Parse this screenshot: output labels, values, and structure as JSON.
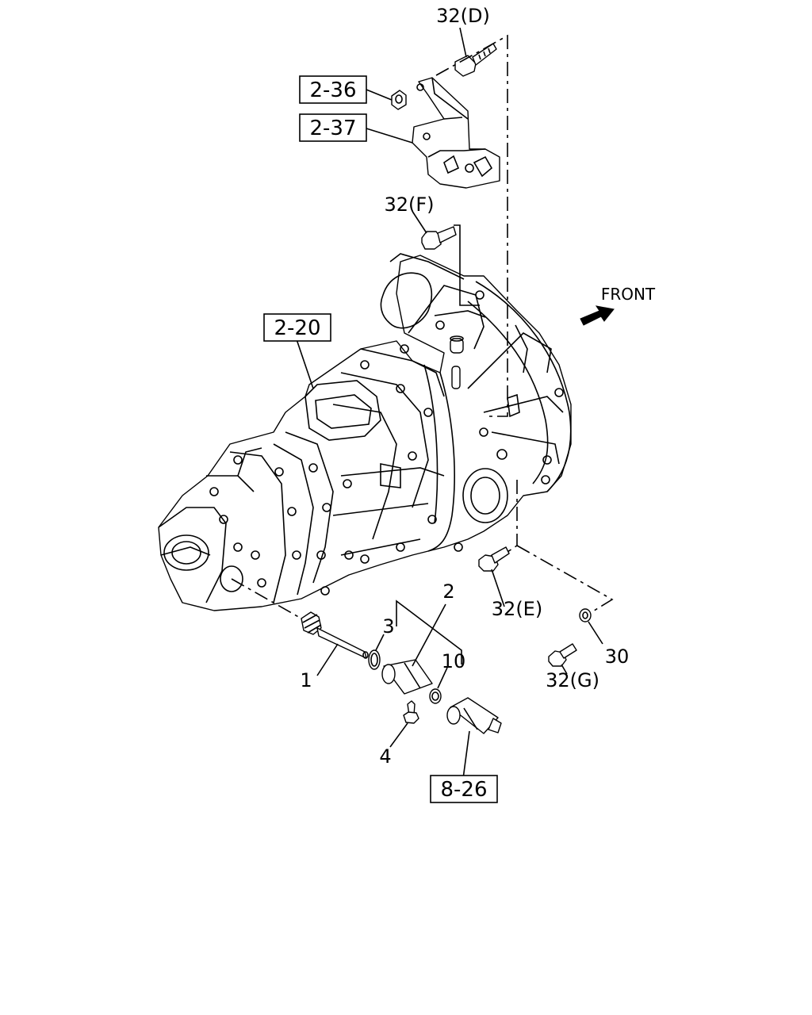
{
  "labels": {
    "l32d": "32(D)",
    "l32f": "32(F)",
    "l32e": "32(E)",
    "l32g": "32(G)",
    "l30": "30",
    "l1": "1",
    "l2": "2",
    "l3": "3",
    "l4": "4",
    "l10": "10",
    "front": "FRONT"
  },
  "refs": {
    "r236": "2-36",
    "r237": "2-37",
    "r220": "2-20",
    "r826": "8-26"
  }
}
